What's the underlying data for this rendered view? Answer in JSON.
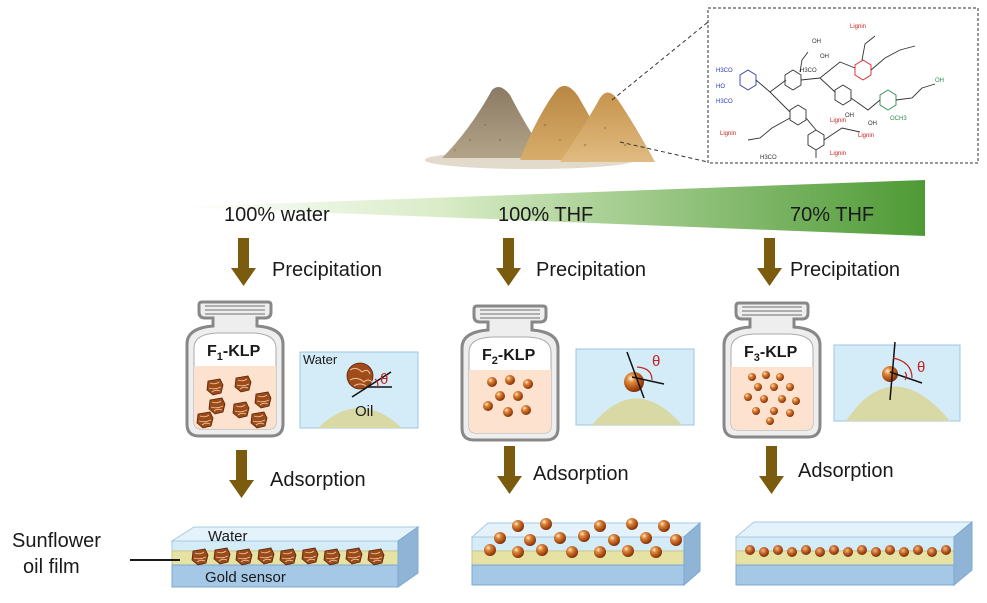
{
  "gradient": {
    "labels": [
      "100% water",
      "100% THF",
      "70% THF"
    ]
  },
  "steps": {
    "precipitation": "Precipitation",
    "adsorption": "Adsorption"
  },
  "vials": [
    {
      "prefix": "F",
      "sub": "1",
      "suffix": "-KLP"
    },
    {
      "prefix": "F",
      "sub": "2",
      "suffix": "-KLP"
    },
    {
      "prefix": "F",
      "sub": "3",
      "suffix": "-KLP"
    }
  ],
  "contact": {
    "water": "Water",
    "oil": "Oil",
    "theta": "θ"
  },
  "sensor": {
    "water": "Water",
    "gold": "Gold sensor",
    "film_line1": "Sunflower",
    "film_line2": "oil film"
  },
  "structure": {
    "substituents": [
      "H3CO",
      "HO",
      "H3CO",
      "OH",
      "OH",
      "OCH3",
      "OH",
      "H3CO",
      "Lignin",
      "Lignin",
      "Lignin",
      "Lignin",
      "Lignin",
      "OH"
    ]
  },
  "colors": {
    "arrow": "#7b5c0f",
    "gradient_start": "#ffffff",
    "gradient_end": "#4e9a35",
    "particle": "#b5561c",
    "oil_cap": "#d8d9a4",
    "water_box": "#d4ebf8",
    "vial_liquid": "#fce2cf",
    "gold_sensor": "#a4c8e6",
    "oil_film": "#e6e2a4"
  }
}
